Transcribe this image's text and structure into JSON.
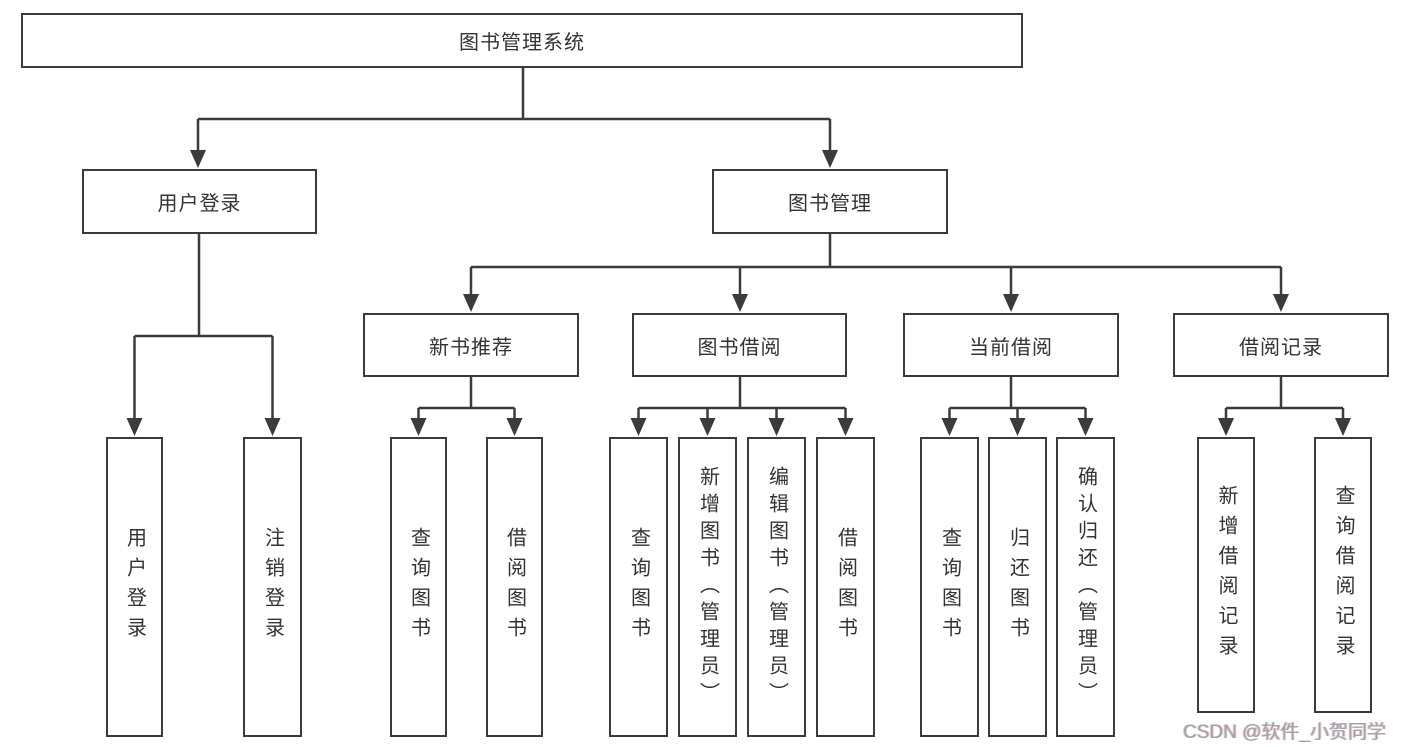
{
  "diagram_title": "图书管理系统",
  "tree": {
    "root": "图书管理系统",
    "branches": [
      {
        "label": "用户登录",
        "children": [
          "用户登录",
          "注销登录"
        ]
      },
      {
        "label": "图书管理",
        "sections": [
          {
            "label": "新书推荐",
            "children": [
              "查询图书",
              "借阅图书"
            ]
          },
          {
            "label": "图书借阅",
            "children": [
              "查询图书",
              "新增图书（管理员）",
              "编辑图书（管理员）",
              "借阅图书"
            ]
          },
          {
            "label": "当前借阅",
            "children": [
              "查询图书",
              "归还图书",
              "确认归还（管理员）"
            ]
          },
          {
            "label": "借阅记录",
            "children": [
              "新增借阅记录",
              "查询借阅记录"
            ]
          }
        ]
      }
    ]
  },
  "watermark": "CSDN @软件_小贺同学",
  "colors": {
    "line": "#3b3b3b",
    "box_border": "#3b3b3b",
    "text": "#333333",
    "background": "#ffffff",
    "watermark": "#a3a3a3"
  }
}
